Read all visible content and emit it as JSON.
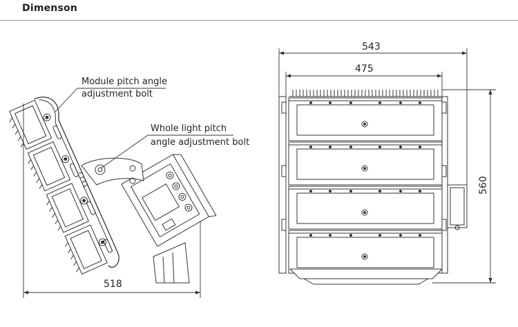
{
  "header": {
    "title": "Dimenson"
  },
  "side_view": {
    "width_dim": "518",
    "callout_module": {
      "line1": "Module pitch angle",
      "line2": "adjustment bolt"
    },
    "callout_whole": {
      "line1": "Whole light pitch",
      "line2": "angle adjustment bolt"
    }
  },
  "front_view": {
    "overall_width": "543",
    "body_width": "475",
    "height": "560"
  }
}
